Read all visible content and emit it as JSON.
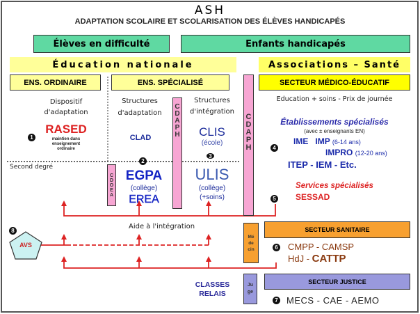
{
  "title": "ASH",
  "subtitle": "ADAPTATION SCOLAIRE ET SCOLARISATION DES ÉLÈVES HANDICAPÉS",
  "green": [
    "Élèves en difficulté",
    "Enfants handicapés"
  ],
  "bands": [
    "Éducation nationale",
    "Associations – Santé"
  ],
  "sections": {
    "ordinaire": "ENS. ORDINAIRE",
    "specialise": "ENS. SPÉCIALISÉ",
    "medico": "SECTEUR MÉDICO-ÉDUCATIF",
    "sanitaire": "SECTEUR SANITAIRE",
    "justice": "SECTEUR JUSTICE"
  },
  "ordinaire": {
    "line1": "Dispositif",
    "line2": "d'adaptation",
    "rased": "RASED",
    "note1": "maintien dans",
    "note2": "enseignement",
    "note3": "ordinaire"
  },
  "adaptation": {
    "line1": "Structures",
    "line2": "d'adaptation",
    "clad": "CLAD",
    "egpa": "EGPA",
    "college": "(collège)",
    "erea": "EREA"
  },
  "integration": {
    "line1": "Structures",
    "line2": "d'intégration",
    "clis": "CLIS",
    "ecole": "(école)",
    "ulis": "ULIS",
    "college": "(collège)",
    "soins": "(+soins)"
  },
  "second_degre": "Second degré",
  "cdaph": [
    "C",
    "D",
    "A",
    "P",
    "H"
  ],
  "cdoea": [
    "C",
    "D",
    "O",
    "E",
    "A"
  ],
  "medico": {
    "intro": "Education + soins  -  Prix de journée",
    "etab": "Établissements spécialisés",
    "avec": "(avec ± enseignants EN)",
    "ime": "IME",
    "imp": "IMP",
    "imp_age": "(6-14 ans)",
    "impro": "IMPRO",
    "impro_age": "(12-20 ans)",
    "itep": "ITEP  -  IEM  -  Etc.",
    "services": "Services spécialisés",
    "sessad": "SESSAD"
  },
  "aide": "Aide à l'intégration",
  "avs": "AVS",
  "medecin": [
    "Mé",
    "de",
    "cin"
  ],
  "sanitaire": {
    "line1": "CMPP - CAMSP",
    "line2a": "HdJ - ",
    "line2b": "CATTP"
  },
  "classes_relais": [
    "CLASSES",
    "RELAIS"
  ],
  "juge": [
    "Ju",
    "ge"
  ],
  "justice": "MECS - CAE - AEMO",
  "numbers": [
    "1",
    "2",
    "3",
    "4",
    "5",
    "6",
    "7",
    "8"
  ]
}
